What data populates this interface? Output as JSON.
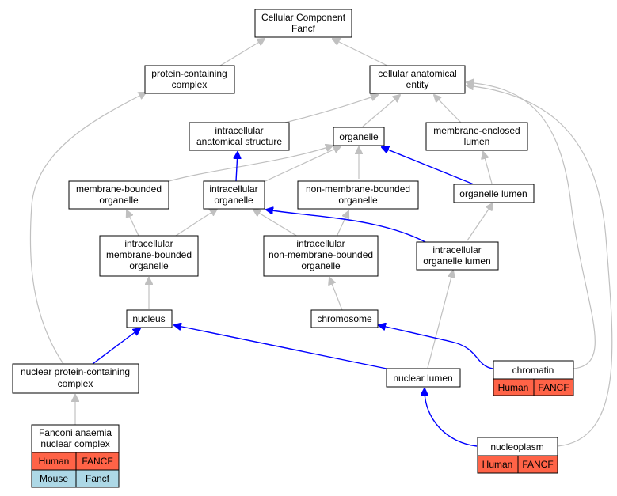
{
  "nodes": {
    "root": [
      "Cellular Component",
      "Fancf"
    ],
    "protein_containing_complex": [
      "protein-containing",
      "complex"
    ],
    "cellular_anatomical_entity": [
      "cellular anatomical",
      "entity"
    ],
    "intracellular_anatomical_structure": [
      "intracellular",
      "anatomical structure"
    ],
    "organelle": [
      "organelle"
    ],
    "membrane_enclosed_lumen": [
      "membrane-enclosed",
      "lumen"
    ],
    "membrane_bounded_organelle": [
      "membrane-bounded",
      "organelle"
    ],
    "intracellular_organelle": [
      "intracellular",
      "organelle"
    ],
    "non_membrane_bounded_organelle": [
      "non-membrane-bounded",
      "organelle"
    ],
    "organelle_lumen": [
      "organelle lumen"
    ],
    "intracellular_membrane_bounded_organelle": [
      "intracellular",
      "membrane-bounded",
      "organelle"
    ],
    "intracellular_non_membrane_bounded_organelle": [
      "intracellular",
      "non-membrane-bounded",
      "organelle"
    ],
    "intracellular_organelle_lumen": [
      "intracellular",
      "organelle lumen"
    ],
    "nucleus": [
      "nucleus"
    ],
    "chromosome": [
      "chromosome"
    ],
    "nuclear_protein_containing_complex": [
      "nuclear protein-containing",
      "complex"
    ],
    "nuclear_lumen": [
      "nuclear lumen"
    ]
  },
  "annotated": {
    "chromatin": {
      "title": [
        "chromatin"
      ],
      "rows": [
        {
          "species": "Human",
          "gene": "FANCF",
          "color": "#ff6347"
        }
      ]
    },
    "nucleoplasm": {
      "title": [
        "nucleoplasm"
      ],
      "rows": [
        {
          "species": "Human",
          "gene": "FANCF",
          "color": "#ff6347"
        }
      ]
    },
    "fanconi_anaemia_nuclear_complex": {
      "title": [
        "Fanconi anaemia",
        "nuclear complex"
      ],
      "rows": [
        {
          "species": "Human",
          "gene": "FANCF",
          "color": "#ff6347"
        },
        {
          "species": "Mouse",
          "gene": "Fancf",
          "color": "#add8e6"
        }
      ]
    }
  },
  "colors": {
    "is_a_edge": "#c0c0c0",
    "part_of_edge": "#0000ff",
    "human": "#ff6347",
    "mouse": "#add8e6"
  }
}
